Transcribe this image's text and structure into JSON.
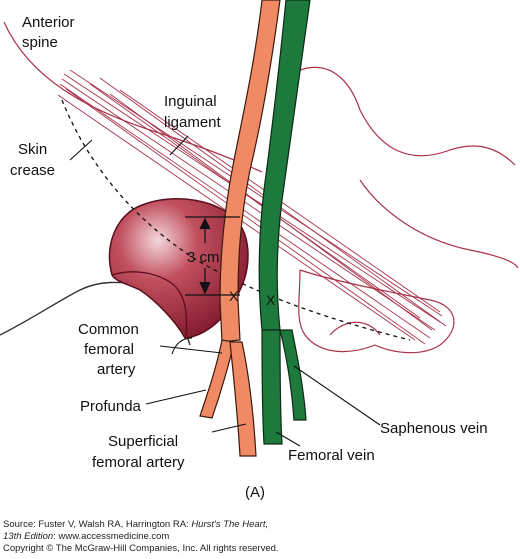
{
  "diagram": {
    "labels": {
      "anterior_spine": [
        "Anterior",
        "spine"
      ],
      "inguinal_ligament": [
        "Inguinal",
        "ligament"
      ],
      "skin_crease": [
        "Skin",
        "crease"
      ],
      "distance": "3 cm",
      "common_femoral_artery": [
        "Common",
        "femoral",
        "artery"
      ],
      "profunda": "Profunda",
      "superficial_femoral_artery": [
        "Superficial",
        "femoral artery"
      ],
      "saphenous_vein": "Saphenous vein",
      "femoral_vein": "Femoral vein",
      "puncture_mark": "X",
      "panel": "(A)"
    },
    "colors": {
      "artery": "#f08a64",
      "vein": "#1e7a3c",
      "bone": "#a8323f",
      "outline": "#a8324a",
      "ink": "#111111"
    }
  },
  "footer": {
    "source_prefix": "Source: Fuster V, Walsh RA, Harrington RA: ",
    "source_title": "Hurst's The Heart,",
    "edition": "13th Edition",
    "website": ": www.accessmedicine.com",
    "copyright": "Copyright © The McGraw-Hill Companies, Inc. All rights reserved."
  }
}
